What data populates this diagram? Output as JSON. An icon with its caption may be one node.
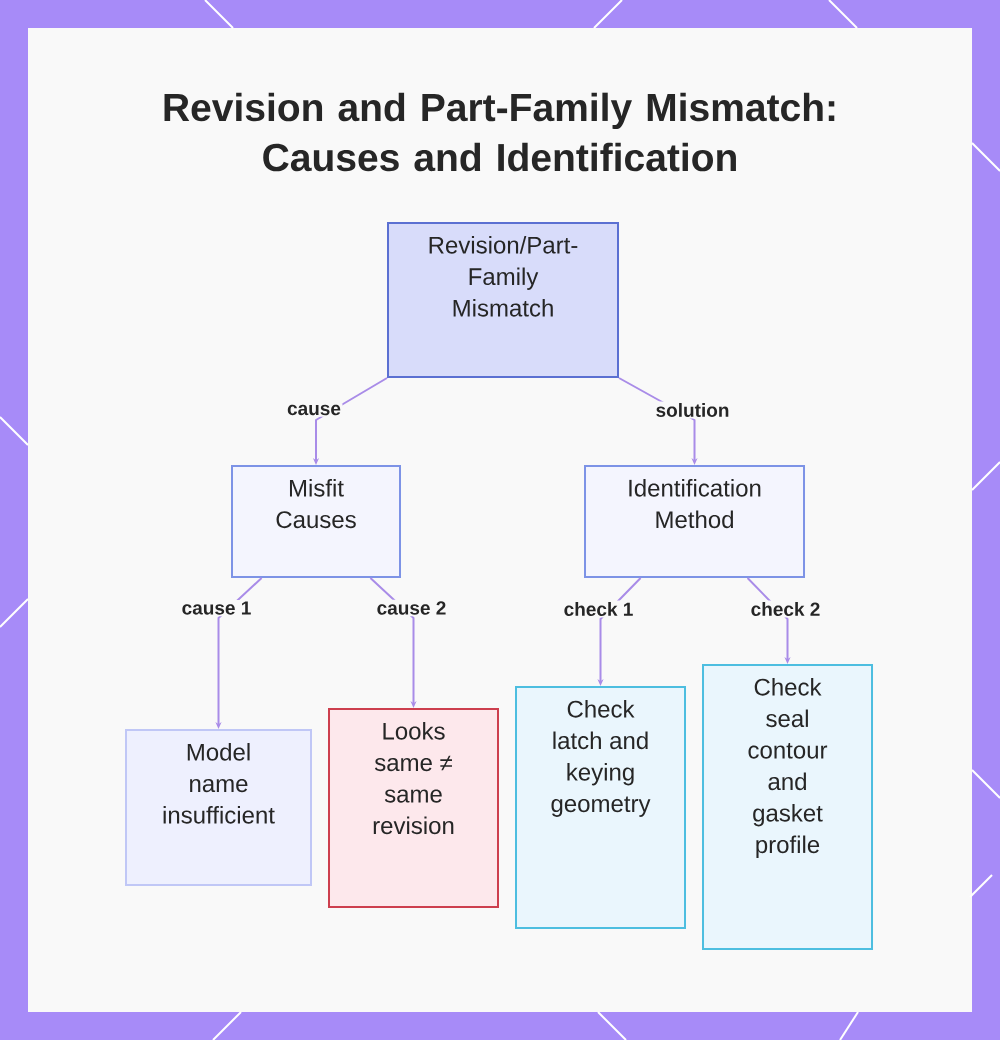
{
  "diagram": {
    "title": "Revision and Part-Family Mismatch: Causes and Identification",
    "nodes": [
      {
        "text": [
          "Revision/Part-Family Mismatch"
        ]
      },
      {
        "text": [
          "Misfit Causes"
        ]
      },
      {
        "text": [
          "Identification Method"
        ]
      },
      {
        "text": [
          "Model name insufficient"
        ]
      },
      {
        "text": [
          "Looks same ≠ same revision"
        ]
      },
      {
        "text": [
          "Check latch and keying geometry"
        ]
      },
      {
        "text": [
          "Check seal contour and gasket profile"
        ]
      }
    ],
    "edges": [
      {
        "from": 0,
        "to": 1,
        "arrow": "to",
        "label": "cause"
      },
      {
        "from": 0,
        "to": 2,
        "arrow": "to",
        "label": "solution"
      },
      {
        "from": 1,
        "to": 3,
        "arrow": "to",
        "label": "cause 1"
      },
      {
        "from": 1,
        "to": 4,
        "arrow": "to",
        "label": "cause 2"
      },
      {
        "from": 2,
        "to": 5,
        "arrow": "to",
        "label": "check 1"
      },
      {
        "from": 2,
        "to": 6,
        "arrow": "to",
        "label": "check 2"
      }
    ]
  }
}
